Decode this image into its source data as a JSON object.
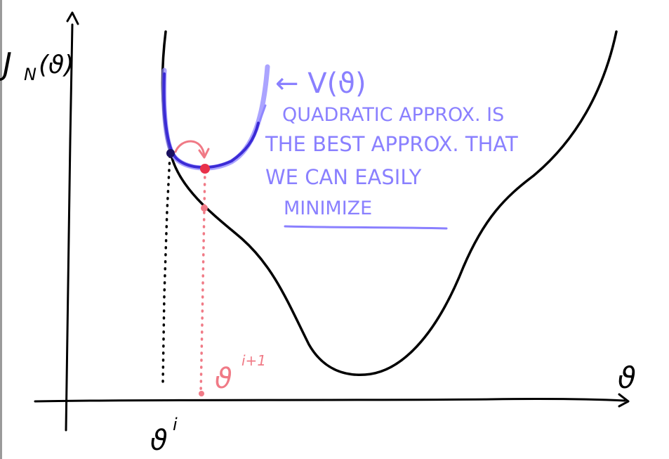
{
  "axes": {
    "y_label_main": "J",
    "y_label_sub": "N",
    "y_label_arg": "(ϑ)",
    "x_label": "ϑ",
    "tick_current": "ϑ",
    "tick_current_sup": "i",
    "tick_next": "ϑ",
    "tick_next_sup": "i+1"
  },
  "annotation": {
    "approx_label": "← V(ϑ)",
    "note_line1": "QUADRATIC APPROX. IS",
    "note_line2": "THE BEST APPROX. THAT",
    "note_line3": "WE CAN EASILY",
    "note_line4": "MINIMIZE"
  },
  "colors": {
    "ink": "#000000",
    "approx": "#3b2bd6",
    "approx_light": "#8f86ff",
    "text": "#8a80ff",
    "step": "#f07a86"
  },
  "icons": {
    "y_axis_arrow": "arrow-up-icon",
    "x_axis_arrow": "arrow-right-icon",
    "step_arrow": "curved-arrow-icon"
  }
}
